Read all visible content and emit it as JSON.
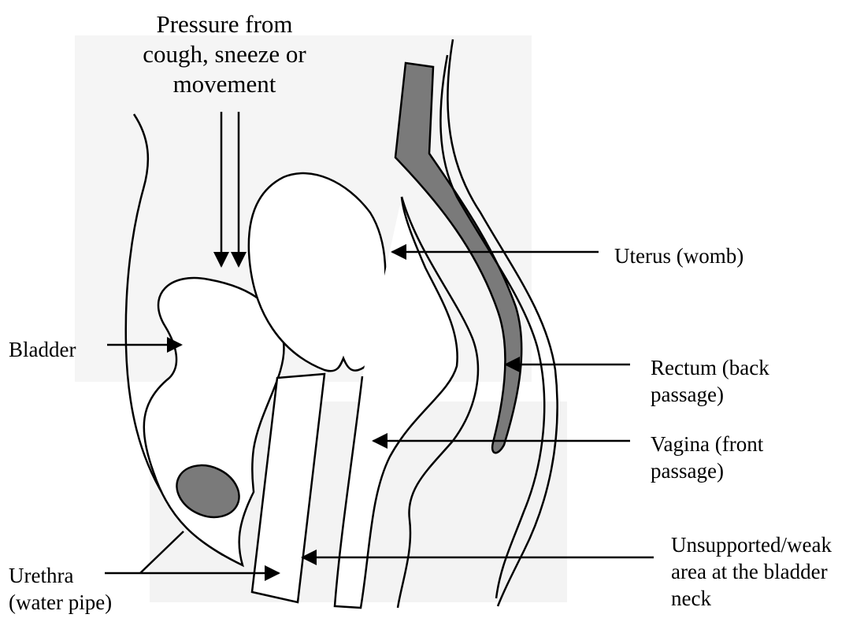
{
  "title": "Pressure from\ncough, sneeze or\nmovement",
  "labels": {
    "bladder": "Bladder",
    "uterus": "Uterus (womb)",
    "rectum": "Rectum (back\npassage)",
    "vagina": "Vagina (front\npassage)",
    "unsupported": "Unsupported/weak\narea at the bladder\nneck",
    "urethra": "Urethra\n(water pipe)"
  },
  "colors": {
    "organ_fill": "#7a7a7a",
    "shaded_background": "#f3f3f3",
    "line": "#000000"
  }
}
